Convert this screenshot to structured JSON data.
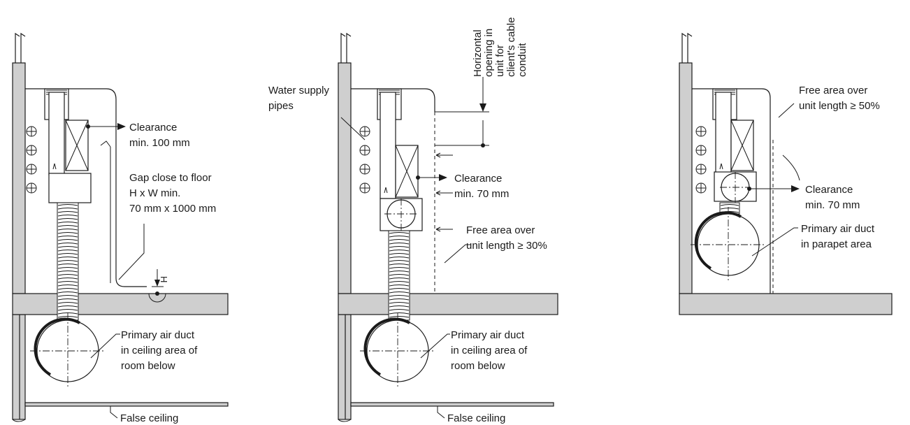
{
  "figure1": {
    "clearance": [
      "Clearance",
      "min. 100 mm"
    ],
    "gap": [
      "Gap close to floor",
      "H x W  min.",
      "70 mm x 1000 mm"
    ],
    "h_label": "H",
    "duct": [
      "Primary air duct",
      "in ceiling area of",
      "room below"
    ],
    "false_ceiling": "False ceiling"
  },
  "figure2": {
    "water": [
      "Water supply",
      "pipes"
    ],
    "opening": [
      "Horizontal",
      "opening in",
      "unit for",
      "client's cable",
      "conduit"
    ],
    "clearance": [
      "Clearance",
      "min. 70 mm"
    ],
    "free_area": [
      "Free area over",
      "unit length ≥ 30%"
    ],
    "duct": [
      "Primary air duct",
      "in ceiling area of",
      "room below"
    ],
    "false_ceiling": "False ceiling"
  },
  "figure3": {
    "free_area": [
      "Free area over",
      "unit length ≥ 50%"
    ],
    "clearance": [
      "Clearance",
      "min. 70 mm"
    ],
    "duct": [
      "Primary air duct",
      "in parapet area"
    ]
  }
}
